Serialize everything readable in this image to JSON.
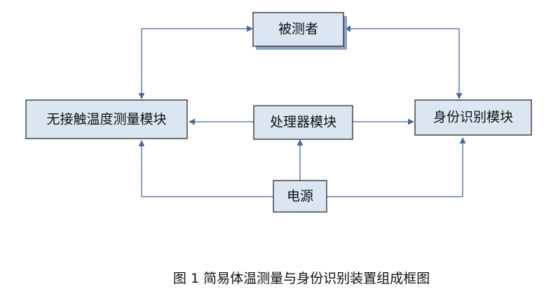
{
  "diagram": {
    "nodes": {
      "subject": "被测者",
      "temp_module": "无接触温度测量模块",
      "processor": "处理器模块",
      "id_module": "身份识别模块",
      "power": "电源"
    },
    "caption": "图 1  简易体温测量与身份识别装置组成框图",
    "colors": {
      "box_fill": "#dce6f2",
      "box_stroke": "#1a1a1a",
      "shadow": "#8ea2c6",
      "connector": "#4a66a6"
    }
  }
}
